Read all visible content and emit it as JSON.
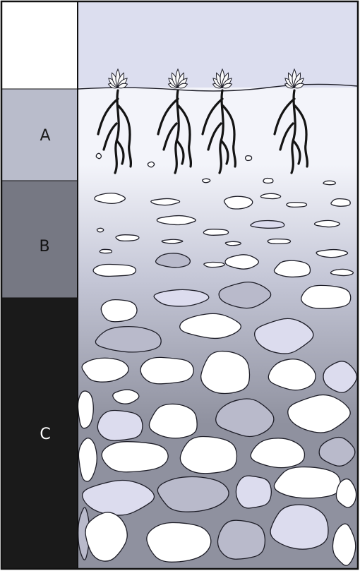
{
  "horizons": [
    {
      "label": "",
      "color": "#ffffff",
      "label_color": "#1a1a1a"
    },
    {
      "label": "A",
      "color": "#b9bccb",
      "label_color": "#1a1a1a"
    },
    {
      "label": "B",
      "color": "#767883",
      "label_color": "#111111"
    },
    {
      "label": "C",
      "color": "#1a1a1a",
      "label_color": "#ffffff"
    }
  ],
  "colors": {
    "sky": "#dcdeef",
    "soil_top": "#f3f4fa",
    "soil_mid": "#c4c6d6",
    "soil_deep": "#8f919f",
    "rock_white": "#ffffff",
    "rock_light": "#dcdcee",
    "rock_mid": "#b9bacb",
    "rock_dark": "#9a9caa",
    "outline": "#1e1e28",
    "leaf": "#fafafa",
    "root": "#141414"
  },
  "plants": [
    {
      "name": "plant-1"
    },
    {
      "name": "plant-2"
    },
    {
      "name": "plant-3"
    },
    {
      "name": "plant-4"
    }
  ]
}
